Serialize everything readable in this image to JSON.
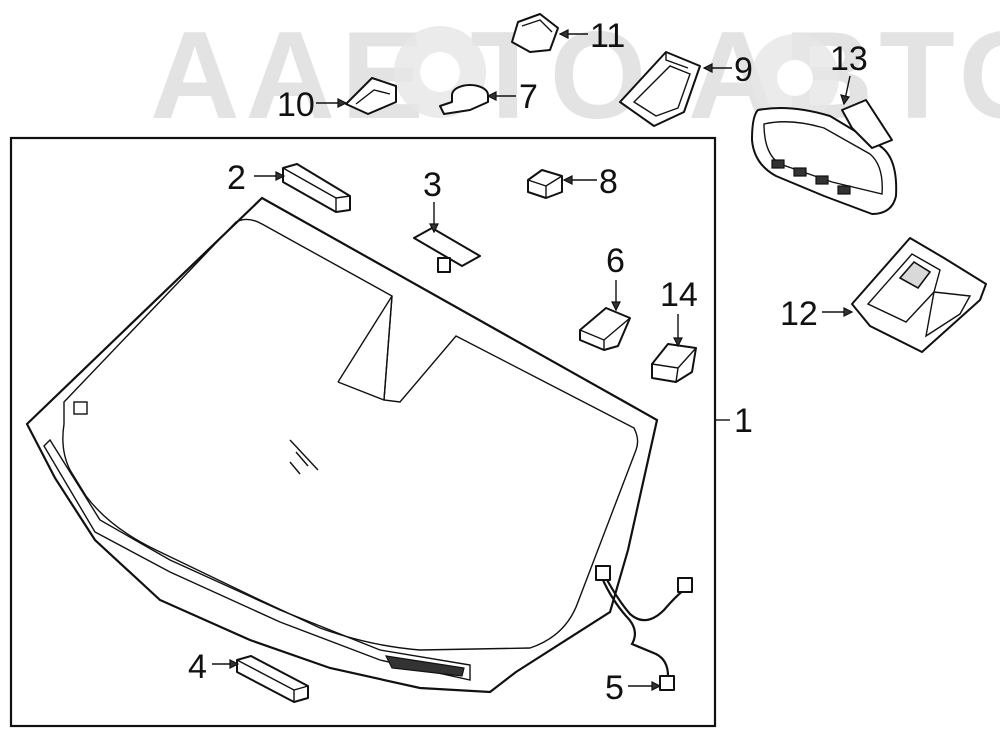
{
  "watermark": "AAE TO ABTO",
  "callouts": {
    "c1": "1",
    "c2": "2",
    "c3": "3",
    "c4": "4",
    "c5": "5",
    "c6": "6",
    "c7": "7",
    "c8": "8",
    "c9": "9",
    "c10": "10",
    "c11": "11",
    "c12": "12",
    "c13": "13",
    "c14": "14"
  }
}
